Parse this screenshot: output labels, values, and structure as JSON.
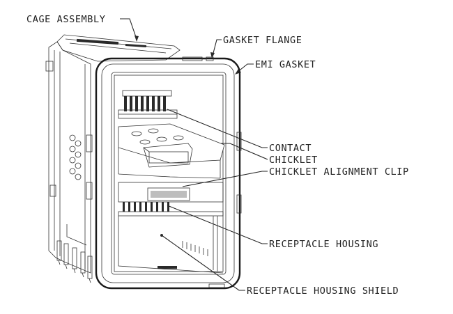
{
  "labels": {
    "cage_assembly": "CAGE ASSEMBLY",
    "gasket_flange": "GASKET FLANGE",
    "emi_gasket": "EMI GASKET",
    "contact": "CONTACT",
    "chicklet": "CHICKLET",
    "chicklet_alignment_clip": "CHICKLET ALIGNMENT CLIP",
    "receptacle_housing": "RECEPTACLE HOUSING",
    "receptacle_housing_shield": "RECEPTACLE HOUSING SHIELD"
  }
}
